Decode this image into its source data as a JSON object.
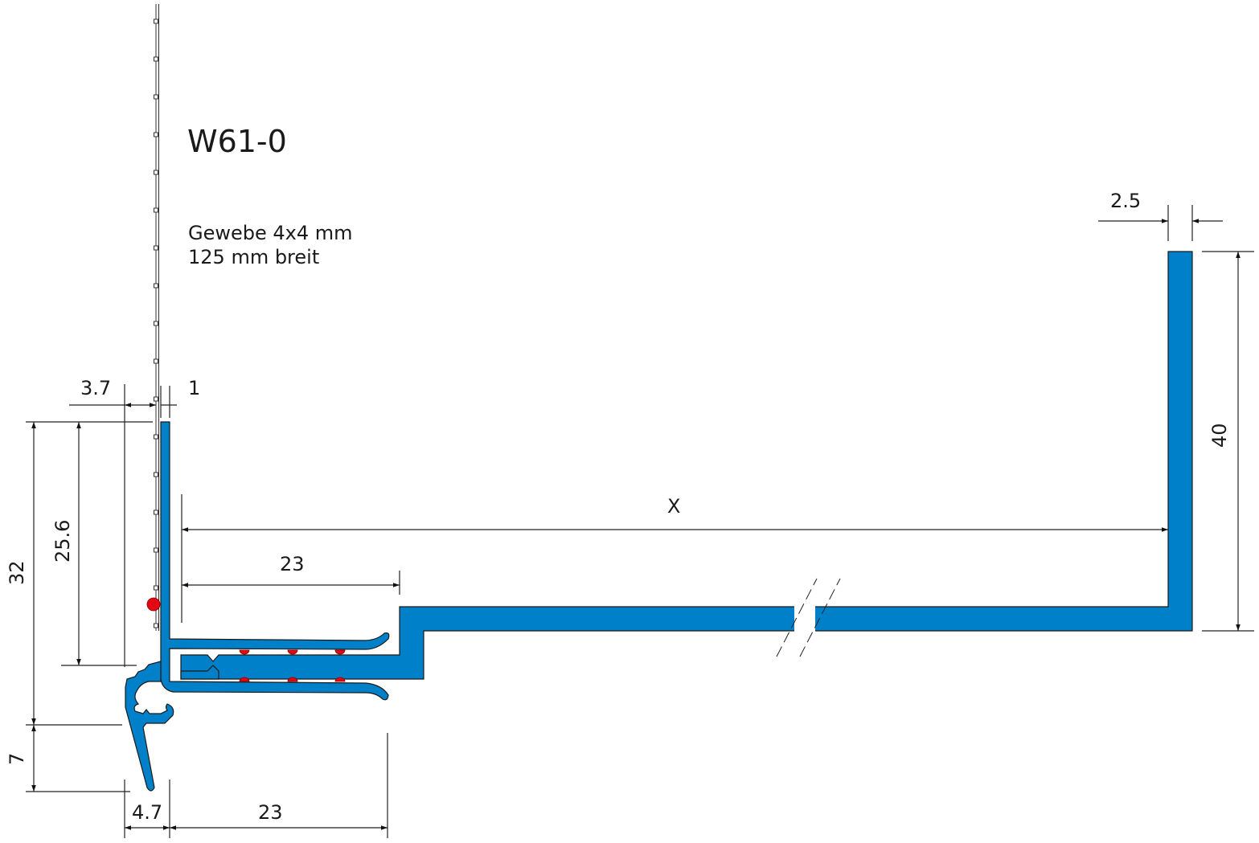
{
  "title": "W61-0",
  "note_line1": "Gewebe 4x4 mm",
  "note_line2": "125 mm breit",
  "dimensions": {
    "d_3_7": "3.7",
    "d_1": "1",
    "d_2_5": "2.5",
    "d_40": "40",
    "d_x": "X",
    "d_23_top": "23",
    "d_32": "32",
    "d_25_6": "25.6",
    "d_7": "7",
    "d_4_7": "4.7",
    "d_23_bottom": "23"
  },
  "colors": {
    "profile": "#0080c8",
    "seal": "#e30613"
  }
}
